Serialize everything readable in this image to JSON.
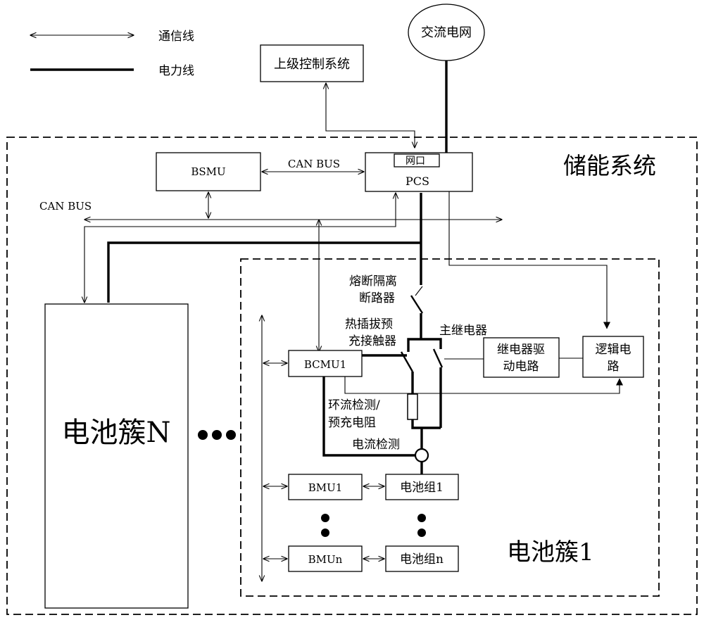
{
  "legend": {
    "comm_line": "通信线",
    "power_line": "电力线"
  },
  "grid": "交流电网",
  "upper_control": "上级控制系统",
  "system_title": "储能系统",
  "bsmu": "BSMU",
  "pcs": "PCS",
  "network_port": "网口",
  "can_bus_top": "CAN BUS",
  "can_bus_left": "CAN BUS",
  "cluster_n": "电池簇N",
  "cluster_1": "电池簇1",
  "fuse_breaker": [
    "熔断隔离",
    "断路器"
  ],
  "hot_swap_contactor": [
    "热插拔预",
    "充接触器"
  ],
  "main_relay": "主继电器",
  "relay_driver": [
    "继电器驱",
    "动电路"
  ],
  "logic_circuit": [
    "逻辑电",
    "路"
  ],
  "bcmu1": "BCMU1",
  "circulation_resistor": [
    "环流检测/",
    "预充电阻"
  ],
  "current_detect": "电流检测",
  "bmu1": "BMU1",
  "bmun": "BMUn",
  "battery_group_1": "电池组1",
  "battery_group_n": "电池组n"
}
